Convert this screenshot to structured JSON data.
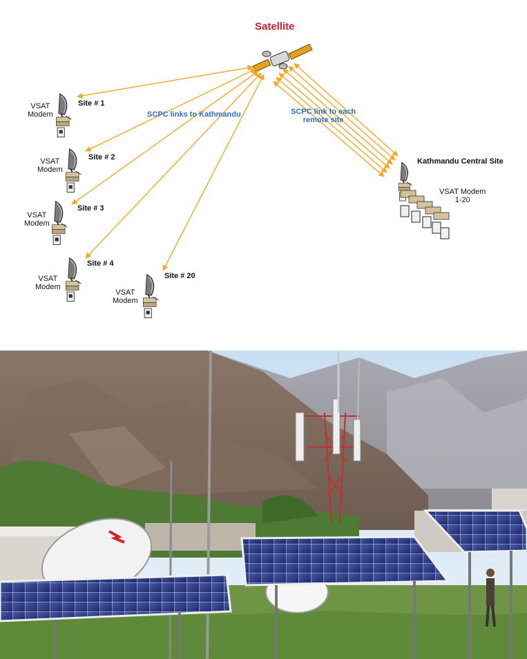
{
  "diagram": {
    "satellite_label": "Satellite",
    "link_kathmandu": "SCPC links to Kathmandu",
    "link_remote_line1": "SCPC link to each",
    "link_remote_line2": "remote site",
    "central_site": "Kathmandu Central Site",
    "central_modem_line1": "VSAT Modem",
    "central_modem_line2": "1-20",
    "modem_line1": "VSAT",
    "modem_line2": "Modem",
    "sites": [
      "Site # 1",
      "Site # 2",
      "Site # 3",
      "Site # 4",
      "Site # 20"
    ],
    "colors": {
      "link_arrow": "#f5a623",
      "satellite_title": "#c8202c",
      "link_text": "#2f6fc4"
    }
  },
  "photo": {
    "subject": "solar-powered VSAT remote station with satellite dish, solar panels and antenna tower in mountains"
  }
}
